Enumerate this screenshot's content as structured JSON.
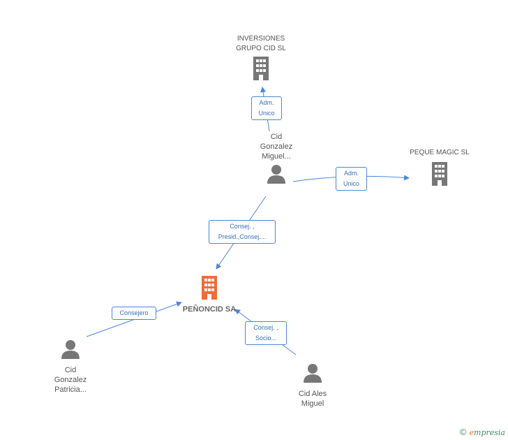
{
  "colors": {
    "edge": "#4a86d8",
    "building": "#777777",
    "main_building": "#f26b3a",
    "person": "#777777"
  },
  "nodes": {
    "inversiones": {
      "label": "INVERSIONES\nGRUPO CID SL",
      "icon": "building-icon"
    },
    "peque": {
      "label": "PEQUE MAGIC SL",
      "icon": "building-icon"
    },
    "miguel_g": {
      "label": "Cid\nGonzalez\nMiguel...",
      "icon": "person-icon"
    },
    "penoncid": {
      "label": "PEÑONCID SA",
      "icon": "building-icon"
    },
    "patricia": {
      "label": "Cid\nGonzalez\nPatricia...",
      "icon": "person-icon"
    },
    "ales": {
      "label": "Cid Ales\nMiguel",
      "icon": "person-icon"
    }
  },
  "edges": {
    "e1": "Adm.\nUnico",
    "e2": "Adm.\nUnico",
    "e3": "Consej. ,\nPresid.,Consej....",
    "e4": "Consejero",
    "e5": "Consej. ,\nSocio..."
  },
  "footer": {
    "copyright": "©",
    "brand_first": "e",
    "brand_rest": "mpresia"
  }
}
